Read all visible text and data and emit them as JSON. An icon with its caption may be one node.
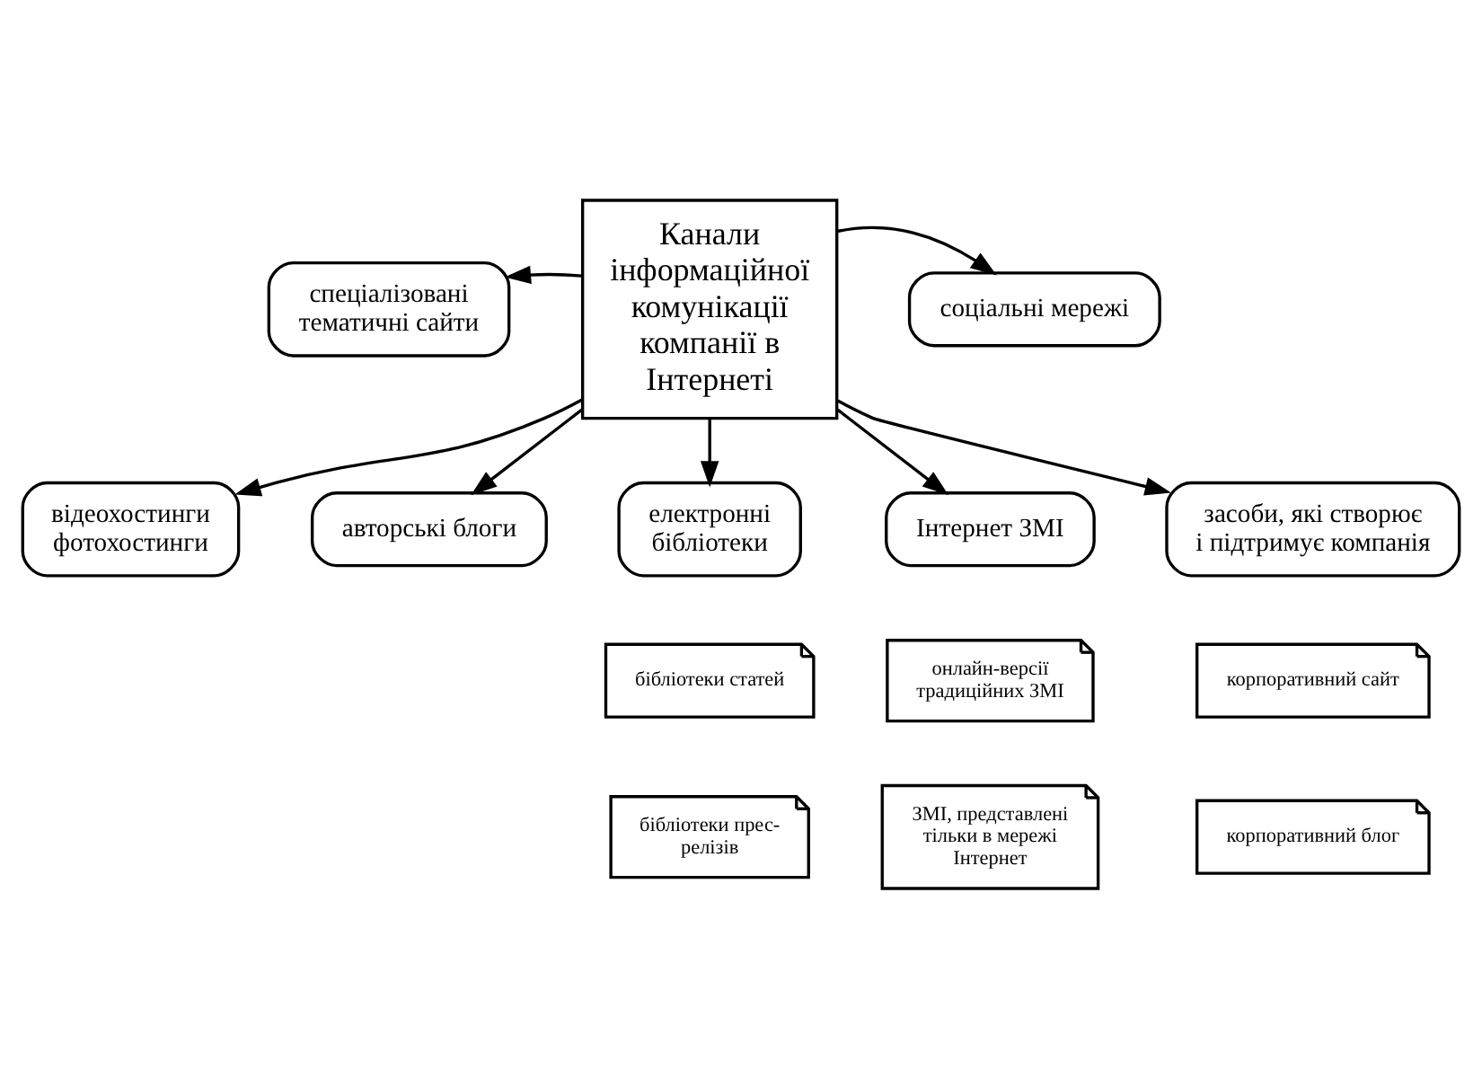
{
  "diagram": {
    "nodes": [
      {
        "text": [
          "Канали інформаційної комунікації компанії в Інтернеті"
        ]
      },
      {
        "text": [
          "спеціалізовані тематичні сайти"
        ]
      },
      {
        "text": [
          "соціальні мережі"
        ]
      },
      {
        "text": [
          "відеохостинги",
          "фотохостинги"
        ]
      },
      {
        "text": [
          "авторські блоги"
        ]
      },
      {
        "text": [
          "електронні бібліотеки"
        ]
      },
      {
        "text": [
          "Інтернет ЗМІ"
        ]
      },
      {
        "text": [
          "засоби, які створює і підтримує компанія"
        ]
      },
      {
        "text": [
          "бібліотеки статей"
        ]
      },
      {
        "text": [
          "бібліотеки прес-релізів"
        ]
      },
      {
        "text": [
          "онлайн-версії традиційних ЗМІ"
        ]
      },
      {
        "text": [
          "ЗМІ, представлені тільки в мережі Інтернет"
        ]
      },
      {
        "text": [
          "корпоративний сайт"
        ]
      },
      {
        "text": [
          "корпоративний блог"
        ]
      }
    ],
    "edges": [
      {
        "from": 0,
        "to": 1,
        "arrow": "to"
      },
      {
        "from": 0,
        "to": 2,
        "arrow": "to"
      },
      {
        "from": 0,
        "to": 3,
        "arrow": "to"
      },
      {
        "from": 0,
        "to": 4,
        "arrow": "to"
      },
      {
        "from": 0,
        "to": 5,
        "arrow": "to"
      },
      {
        "from": 0,
        "to": 6,
        "arrow": "to"
      },
      {
        "from": 0,
        "to": 7,
        "arrow": "to"
      }
    ]
  }
}
